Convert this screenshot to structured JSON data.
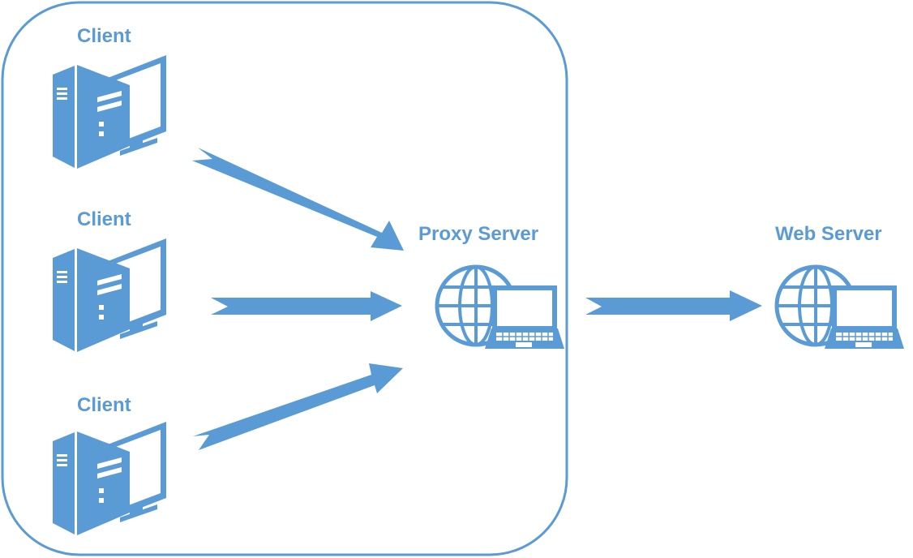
{
  "colors": {
    "accent": "#5b9bd5",
    "background": "#ffffff"
  },
  "clients": [
    {
      "label": "Client",
      "icon": "desktop-computer-icon"
    },
    {
      "label": "Client",
      "icon": "desktop-computer-icon"
    },
    {
      "label": "Client",
      "icon": "desktop-computer-icon"
    }
  ],
  "proxy": {
    "label": "Proxy Server",
    "icon": "globe-laptop-icon"
  },
  "web": {
    "label": "Web Server",
    "icon": "globe-laptop-icon"
  }
}
